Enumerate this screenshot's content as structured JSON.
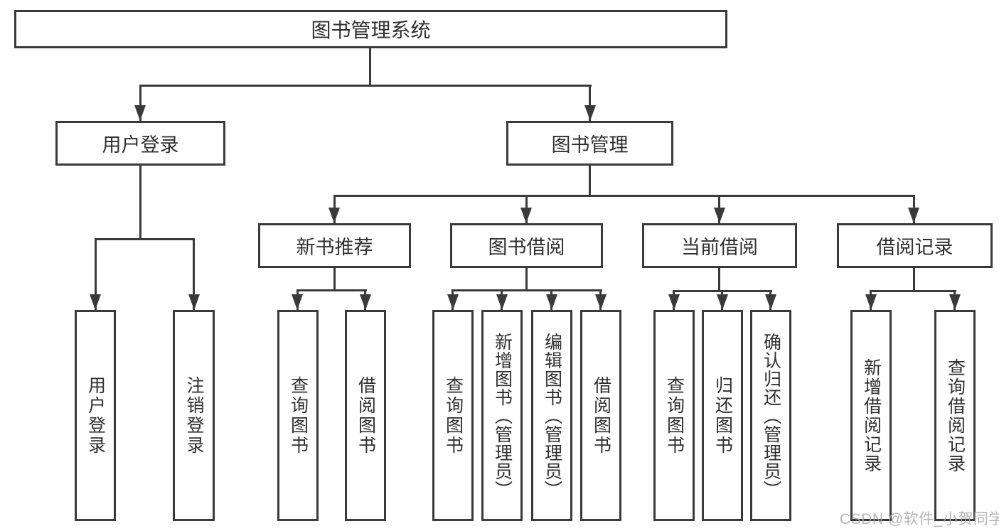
{
  "diagram_title": "图书管理系统",
  "tree": {
    "label": "图书管理系统",
    "children": [
      {
        "label": "用户登录",
        "children": [
          {
            "label": "用户登录"
          },
          {
            "label": "注销登录"
          }
        ]
      },
      {
        "label": "图书管理",
        "children": [
          {
            "label": "新书推荐",
            "children": [
              {
                "label": "查询图书"
              },
              {
                "label": "借阅图书"
              }
            ]
          },
          {
            "label": "图书借阅",
            "children": [
              {
                "label": "查询图书"
              },
              {
                "label": "新增图书（管理员）"
              },
              {
                "label": "编辑图书（管理员）"
              },
              {
                "label": "借阅图书"
              }
            ]
          },
          {
            "label": "当前借阅",
            "children": [
              {
                "label": "查询图书"
              },
              {
                "label": "归还图书"
              },
              {
                "label": "确认归还（管理员）"
              }
            ]
          },
          {
            "label": "借阅记录",
            "children": [
              {
                "label": "新增借阅记录"
              },
              {
                "label": "查询借阅记录"
              }
            ]
          }
        ]
      }
    ]
  },
  "watermark": {
    "text": "CSDN @软件_小贺同学"
  },
  "colors": {
    "line": "#3a3a3a",
    "text": "#2f2f2f",
    "background": "#ffffff",
    "watermark": "#a8a8a8"
  }
}
